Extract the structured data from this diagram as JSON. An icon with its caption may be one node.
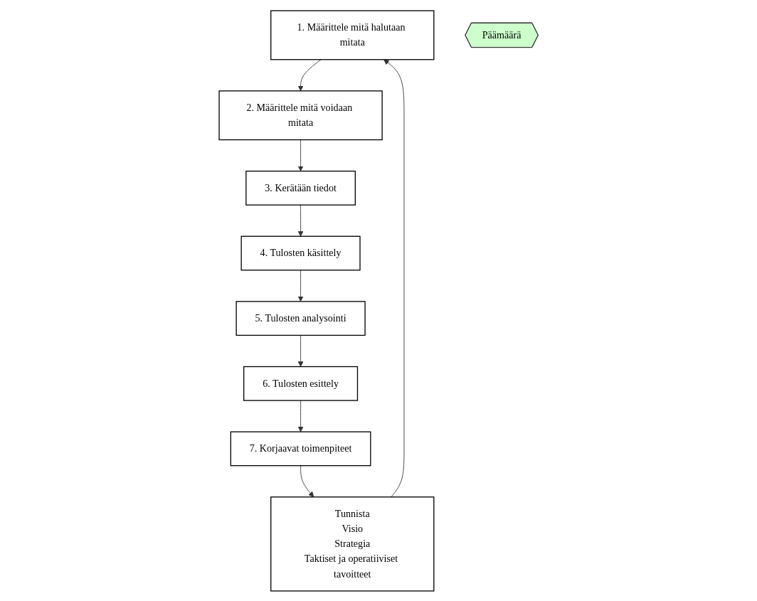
{
  "diagram": {
    "nodes": [
      {
        "text": [
          "1. Määrittele mitä halutaan mitata"
        ]
      },
      {
        "text": [
          "Tunnista",
          "Visio",
          "Strategia",
          "Taktiset ja operatiiviset tavoitteet"
        ]
      },
      {
        "text": [
          "2. Määrittele mitä voidaan mitata"
        ]
      },
      {
        "text": [
          "Päämäärä"
        ]
      },
      {
        "text": [
          "3. Kerätään tiedot"
        ]
      },
      {
        "text": [
          "7. Korjaavat toimenpiteet"
        ]
      },
      {
        "text": [
          "4. Tulosten käsittely"
        ]
      },
      {
        "text": [
          "6. Tulosten esittely"
        ]
      },
      {
        "text": [
          "5. Tulosten analysointi"
        ]
      }
    ],
    "edges": [
      {
        "from": 1,
        "to": 0,
        "arrow": "to"
      },
      {
        "from": 0,
        "to": 2,
        "arrow": "to"
      },
      {
        "from": 2,
        "to": 4,
        "arrow": "to"
      },
      {
        "from": 4,
        "to": 6,
        "arrow": "to"
      },
      {
        "from": 6,
        "to": 8,
        "arrow": "to"
      },
      {
        "from": 8,
        "to": 7,
        "arrow": "to"
      },
      {
        "from": 7,
        "to": 5,
        "arrow": "to"
      },
      {
        "from": 5,
        "to": 1,
        "arrow": "to"
      }
    ]
  }
}
